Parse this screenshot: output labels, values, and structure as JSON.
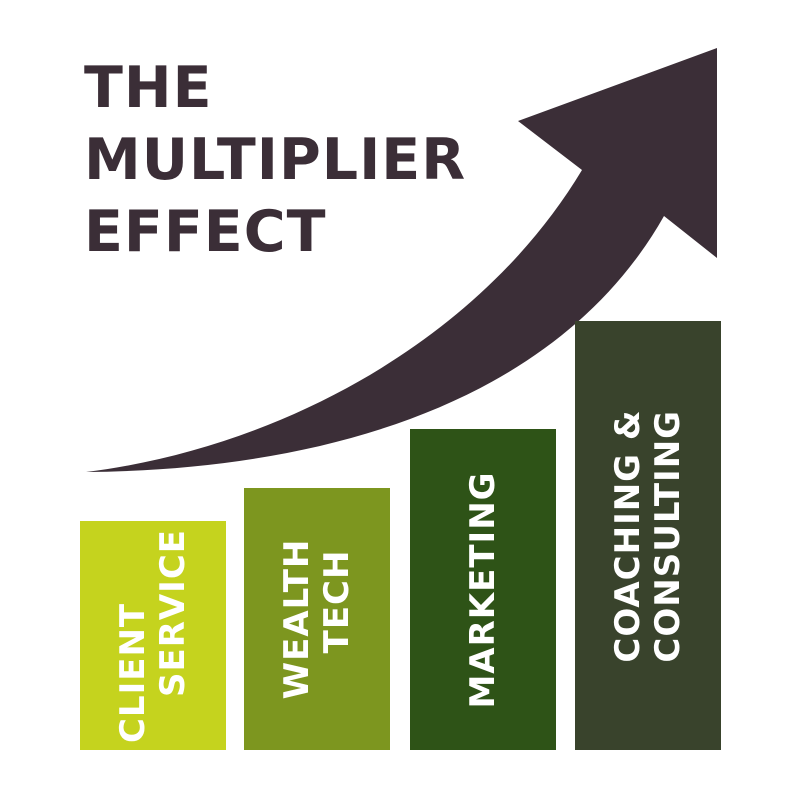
{
  "title": {
    "lines": [
      "THE",
      "MULTIPLIER",
      "EFFECT"
    ],
    "color": "#3b2e37"
  },
  "arrow": {
    "icon": "upward-curved-arrow-icon",
    "color": "#3b2e37"
  },
  "bars": [
    {
      "lines": [
        "CLIENT",
        "SERVICE"
      ],
      "color": "#c5d31e",
      "level": 1
    },
    {
      "lines": [
        "WEALTH",
        "TECH"
      ],
      "color": "#7d961f",
      "level": 2
    },
    {
      "lines": [
        "MARKETING"
      ],
      "color": "#2e5317",
      "level": 3
    },
    {
      "lines": [
        "COACHING &",
        "CONSULTING"
      ],
      "color": "#39432c",
      "level": 4
    }
  ]
}
